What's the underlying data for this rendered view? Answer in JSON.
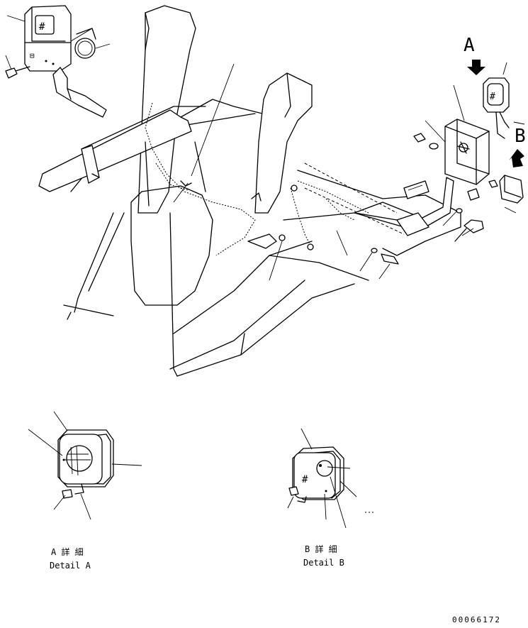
{
  "view_labels": {
    "view_a": "A",
    "view_b": "B"
  },
  "details": {
    "detail_a_jp": "A 詳 細",
    "detail_a_en": "Detail A",
    "detail_b_jp": "B 詳 細",
    "detail_b_en": "Detail B"
  },
  "drawing_number": "00066172"
}
